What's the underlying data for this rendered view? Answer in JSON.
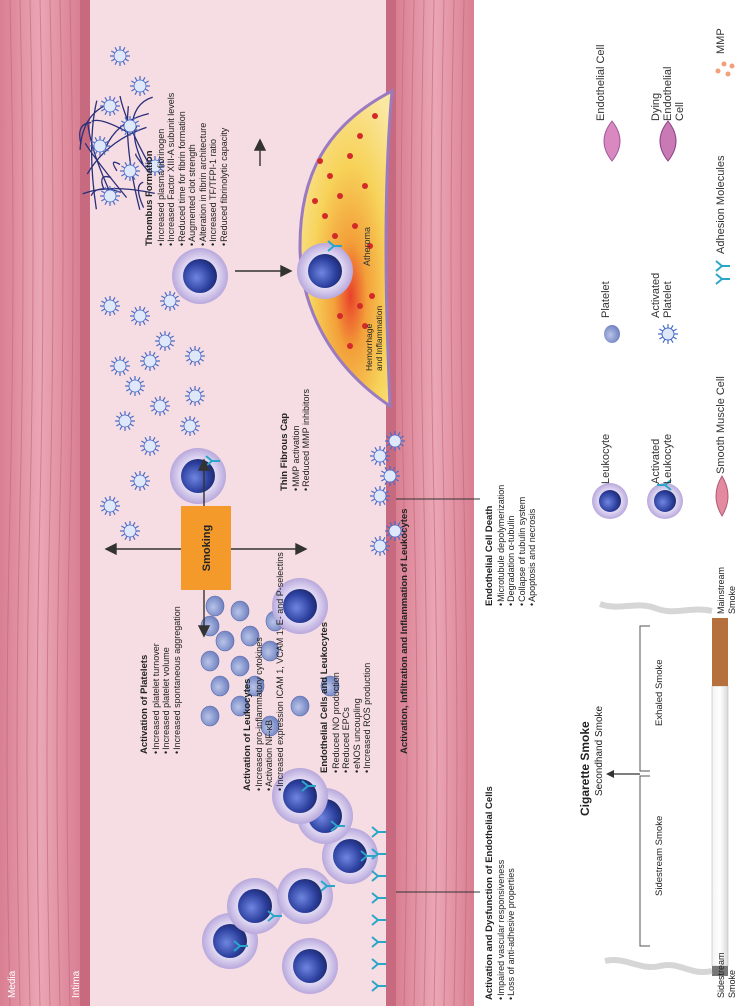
{
  "layers": {
    "media": "Media",
    "intima": "Intima"
  },
  "center": {
    "label": "Smoking"
  },
  "atheroma": {
    "label": "Atheroma",
    "hemorrhage": "Hemorrhage\nand Inflammation"
  },
  "annotations": {
    "platelets": {
      "title": "Activation of Platelets",
      "items": [
        "Increased platelet turnover",
        "Increased platelet volume",
        "Increased spontaneous aggregation"
      ]
    },
    "leukocytes": {
      "title": "Activation of Leukocytes",
      "items": [
        "Increased pro-inflammatory cytokines",
        "Activation NF-κB",
        "Increased expression ICAM 1, VCAM 1, E- and P-selectins"
      ]
    },
    "endo_leuko": {
      "title": "Endothelial Cells and Leukocytes",
      "items": [
        "Reduced NO production",
        "Reduced EPCs",
        "eNOS uncoupling",
        "Increased ROS production"
      ]
    },
    "infiltration": {
      "title": "Activation, Infiltration and Inflammation of Leukocytes"
    },
    "endo_dysfunction": {
      "title": "Activation and Dysfunction of Endothelial Cells",
      "items": [
        "Impaired vascular responsiveness",
        "Loss of anti-adhesive properties"
      ]
    },
    "cell_death": {
      "title": "Endothelial Cell Death",
      "items": [
        "Microtubule depolymerization",
        "Degradation α-tubulin",
        "Collapse of tubulin system",
        "Apoptosis and necrosis"
      ]
    },
    "fibrous_cap": {
      "title": "Thin Fibrous Cap",
      "items": [
        "MMP activation",
        "Reduced MMP inhibitors"
      ]
    },
    "thrombus": {
      "title": "Thrombus Formation",
      "items": [
        "Increased plasma fibrinogen",
        "Increased Factor XIII-A subunit levels",
        "Reduced time for fibrin formation",
        "Augmented clot strength",
        "Alteration in fibrin architecture",
        "Increased TF/TFPI-1 ratio",
        "Reduced fibrinolytic capacity"
      ]
    }
  },
  "cigarette": {
    "title": "Cigarette Smoke",
    "secondhand": "Secondhand Smoke",
    "sidestream": "Sidestream Smoke",
    "exhaled": "Exhaled Smoke",
    "sidestream_end": "Sidestream Smoke",
    "mainstream_end": "Mainstream Smoke"
  },
  "legend": {
    "leukocyte": "Leukocyte",
    "activated_leukocyte": "Activated Leukocyte",
    "platelet": "Platelet",
    "activated_platelet": "Activated Platelet",
    "endothelial_cell": "Endothelial Cell",
    "dying_endothelial_cell": "Dying Endothelial Cell",
    "smooth_muscle_cell": "Smooth Muscle Cell",
    "adhesion_molecules": "Adhesion Molecules",
    "mmp": "MMP"
  },
  "colors": {
    "wall": "#e8a0ae",
    "lumen": "#f6dde3",
    "atheroma": "#f5d25a",
    "smoking_box": "#f39a2a",
    "adhesion": "#2aa6c8",
    "leukocyte": "#2c3f9e"
  }
}
